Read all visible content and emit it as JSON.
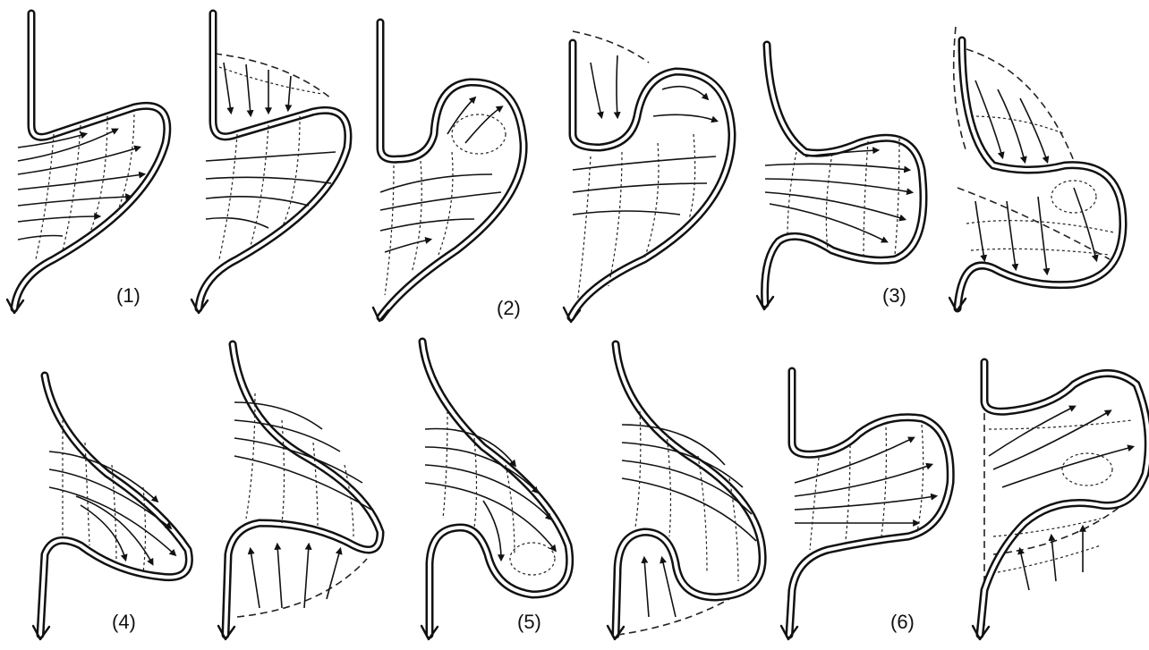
{
  "figure": {
    "labels": [
      "(1)",
      "(2)",
      "(3)",
      "(4)",
      "(5)",
      "(6)"
    ],
    "colors": {
      "ink": "#111111",
      "background": "#ffffff"
    }
  },
  "diagram": {
    "panels": [
      {
        "pair": "(1)",
        "variant": "a"
      },
      {
        "pair": "(1)",
        "variant": "b"
      },
      {
        "pair": "(2)",
        "variant": "a"
      },
      {
        "pair": "(2)",
        "variant": "b"
      },
      {
        "pair": "(3)",
        "variant": "a"
      },
      {
        "pair": "(3)",
        "variant": "b"
      },
      {
        "pair": "(4)",
        "variant": "a"
      },
      {
        "pair": "(4)",
        "variant": "b"
      },
      {
        "pair": "(5)",
        "variant": "a"
      },
      {
        "pair": "(5)",
        "variant": "b"
      },
      {
        "pair": "(6)",
        "variant": "a"
      },
      {
        "pair": "(6)",
        "variant": "b"
      }
    ]
  }
}
